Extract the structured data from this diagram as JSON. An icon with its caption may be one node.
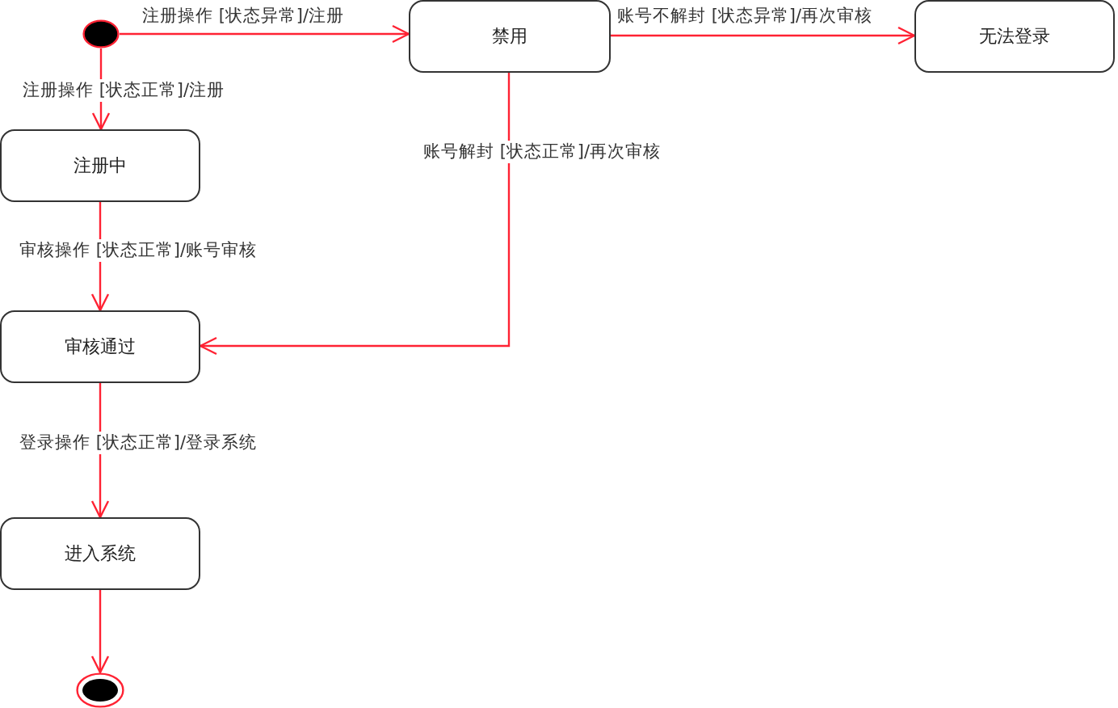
{
  "diagram": {
    "nodes": [
      {
        "text": [],
        "shape": "circle"
      },
      {
        "text": [
          "禁用"
        ]
      },
      {
        "text": [
          "无法登录"
        ]
      },
      {
        "text": [
          "注册中"
        ]
      },
      {
        "text": [
          "审核通过"
        ]
      },
      {
        "text": [
          "进入系统"
        ]
      },
      {
        "text": [],
        "shape": "circle"
      }
    ],
    "edges": [
      {
        "from": 0,
        "to": 1,
        "arrow": "to",
        "label": "注册操作 [状态异常]/注册"
      },
      {
        "from": 1,
        "to": 2,
        "arrow": "to",
        "label": "账号不解封 [状态异常]/再次审核"
      },
      {
        "from": 0,
        "to": 3,
        "arrow": "to",
        "label": "注册操作 [状态正常]/注册"
      },
      {
        "from": 3,
        "to": 4,
        "arrow": "to",
        "label": "审核操作 [状态正常]/账号审核"
      },
      {
        "from": 1,
        "to": 4,
        "arrow": "to",
        "label": "账号解封 [状态正常]/再次审核"
      },
      {
        "from": 4,
        "to": 5,
        "arrow": "to",
        "label": "登录操作 [状态正常]/登录系统"
      },
      {
        "from": 5,
        "to": 6,
        "arrow": "to"
      }
    ]
  }
}
